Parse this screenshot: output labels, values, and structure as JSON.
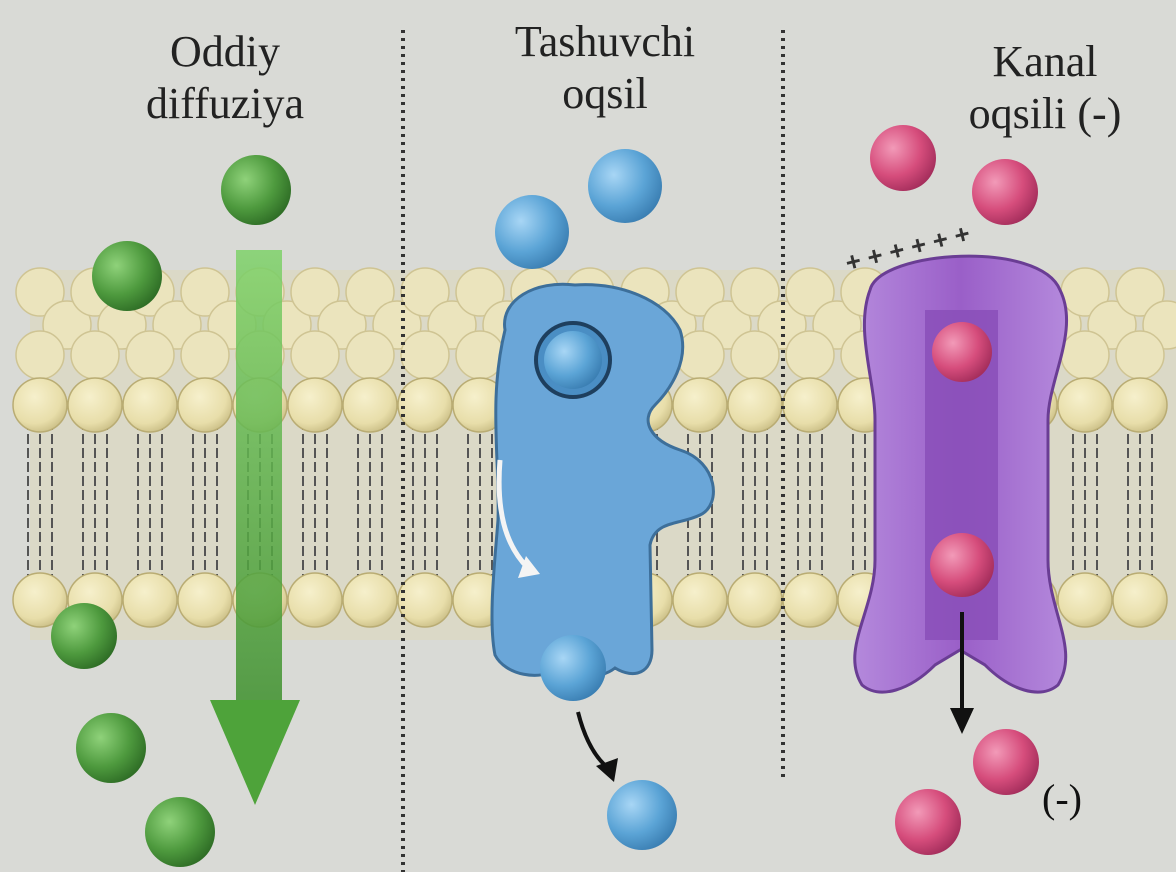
{
  "panels": [
    {
      "id": "simple",
      "line1": "Oddiy",
      "line2": "diffuziya"
    },
    {
      "id": "carrier",
      "line1": "Tashuvchi",
      "line2": "oqsil"
    },
    {
      "id": "channel",
      "line1": "Kanal",
      "line2": "oqsili (-)"
    }
  ],
  "charge_label_outside": "(-)",
  "membrane_charge": "+ + + + + +",
  "colors": {
    "background": "#d9dad6",
    "head": "#e8deaa",
    "green_molecule": "#4e9a3e",
    "green_arrow": "#5cb846",
    "blue_molecule": "#5ba4d6",
    "carrier_protein": "#6aa6d8",
    "red_ion": "#d64d7c",
    "channel_protein": "#9a5fc8"
  }
}
